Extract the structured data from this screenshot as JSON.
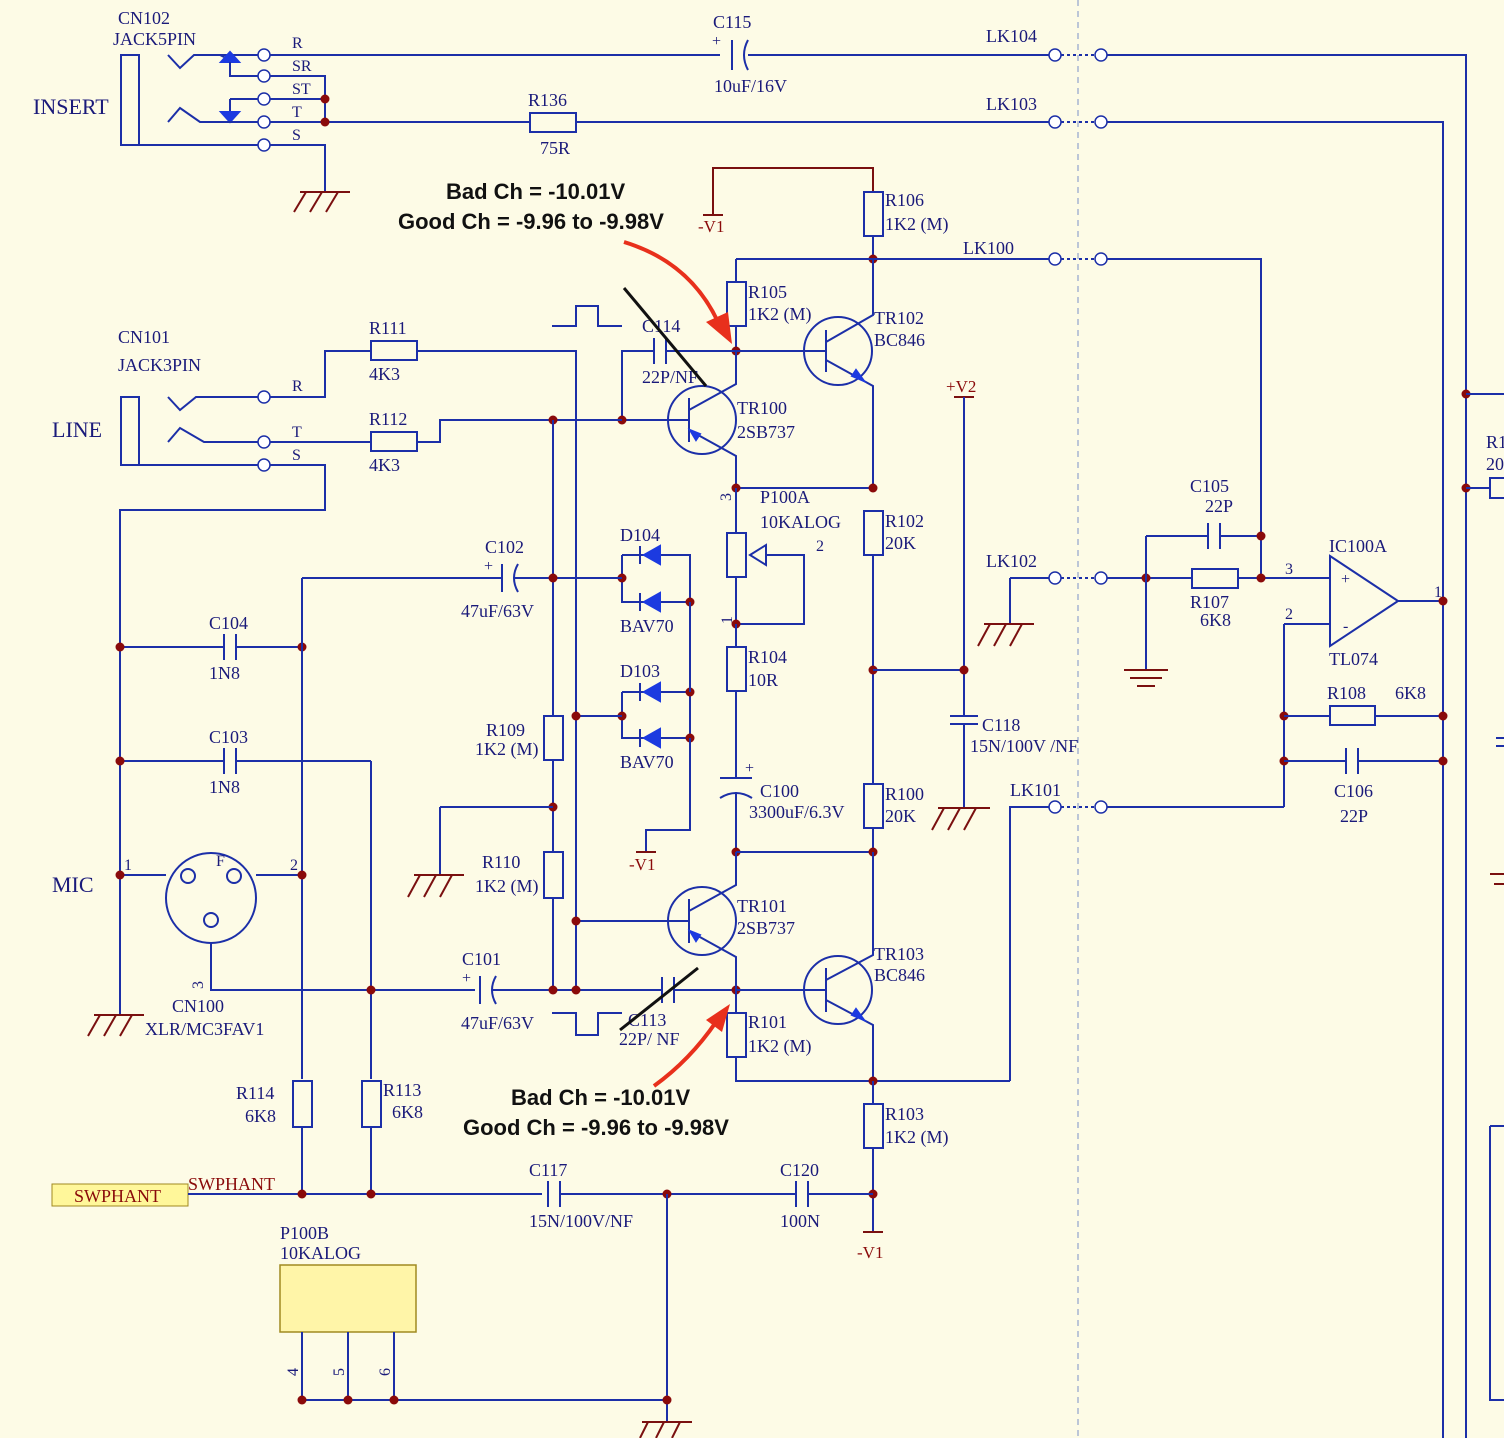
{
  "connectors": {
    "cn102": {
      "ref": "CN102",
      "value": "JACK5PIN",
      "label": "INSERT",
      "pins": [
        "R",
        "SR",
        "ST",
        "T",
        "S"
      ]
    },
    "cn101": {
      "ref": "CN101",
      "value": "JACK3PIN",
      "label": "LINE",
      "pins": [
        "R",
        "T",
        "S"
      ]
    },
    "cn100": {
      "ref": "CN100",
      "value": "XLR/MC3FAV1",
      "label": "MIC",
      "pin1": "1",
      "pin2": "2",
      "pin3": "3",
      "gender": "F"
    }
  },
  "links": [
    "LK104",
    "LK103",
    "LK100",
    "LK102",
    "LK101"
  ],
  "resistors": [
    {
      "ref": "R136",
      "value": "75R"
    },
    {
      "ref": "R106",
      "value": "1K2 (M)"
    },
    {
      "ref": "R105",
      "value": "1K2 (M)"
    },
    {
      "ref": "R111",
      "value": "4K3"
    },
    {
      "ref": "R112",
      "value": "4K3"
    },
    {
      "ref": "R102",
      "value": "20K"
    },
    {
      "ref": "R104",
      "value": "10R"
    },
    {
      "ref": "R109",
      "value": "1K2 (M)"
    },
    {
      "ref": "R110",
      "value": "1K2 (M)"
    },
    {
      "ref": "R100",
      "value": "20K"
    },
    {
      "ref": "R101",
      "value": "1K2 (M)"
    },
    {
      "ref": "R103",
      "value": "1K2 (M)"
    },
    {
      "ref": "R114",
      "value": "6K8"
    },
    {
      "ref": "R113",
      "value": "6K8"
    },
    {
      "ref": "R107",
      "value": "6K8"
    },
    {
      "ref": "R108",
      "value": "6K8"
    },
    {
      "ref": "R1",
      "value": "20"
    }
  ],
  "capacitors": [
    {
      "ref": "C115",
      "value": "10uF/16V"
    },
    {
      "ref": "C114",
      "value": "22P/NF"
    },
    {
      "ref": "C102",
      "value": "47uF/63V"
    },
    {
      "ref": "C104",
      "value": "1N8"
    },
    {
      "ref": "C103",
      "value": "1N8"
    },
    {
      "ref": "C100",
      "value": "3300uF/6.3V"
    },
    {
      "ref": "C118",
      "value": "15N/100V  /NF"
    },
    {
      "ref": "C101",
      "value": "47uF/63V"
    },
    {
      "ref": "C113",
      "value": "22P/ NF"
    },
    {
      "ref": "C117",
      "value": "15N/100V/NF"
    },
    {
      "ref": "C120",
      "value": "100N"
    },
    {
      "ref": "C105",
      "value": "22P"
    },
    {
      "ref": "C106",
      "value": "22P"
    }
  ],
  "transistors": [
    {
      "ref": "TR102",
      "value": "BC846"
    },
    {
      "ref": "TR100",
      "value": "2SB737"
    },
    {
      "ref": "TR101",
      "value": "2SB737"
    },
    {
      "ref": "TR103",
      "value": "BC846"
    }
  ],
  "diodes": [
    {
      "ref": "D104",
      "value": "BAV70"
    },
    {
      "ref": "D103",
      "value": "BAV70"
    }
  ],
  "pots": {
    "p100a": {
      "ref": "P100A",
      "value": "10KALOG",
      "pin1": "1",
      "pin2": "2",
      "pin3": "3"
    },
    "p100b": {
      "ref": "P100B",
      "value": "10KALOG",
      "pins": [
        "4",
        "5",
        "6"
      ]
    }
  },
  "opamp": {
    "ref": "IC100A",
    "value": "TL074",
    "plus": "+",
    "minus": "-",
    "pin_in_plus": "3",
    "pin_in_minus": "2",
    "pin_out": "1"
  },
  "power": {
    "v2": "+V2",
    "v1": "-V1"
  },
  "net_labels": {
    "swphant_box": "SWPHANT",
    "swphant_wire": "SWPHANT"
  },
  "annotations": {
    "top": {
      "bad": "Bad Ch = -10.01V",
      "good": "Good Ch = -9.96 to -9.98V"
    },
    "bottom": {
      "bad": "Bad Ch = -10.01V",
      "good": "Good Ch = -9.96 to -9.98V"
    }
  },
  "colors": {
    "wire": "#1c2fa8",
    "junction": "#8a0a0a",
    "background": "#fdfbe6",
    "arrow": "#e8301c"
  }
}
